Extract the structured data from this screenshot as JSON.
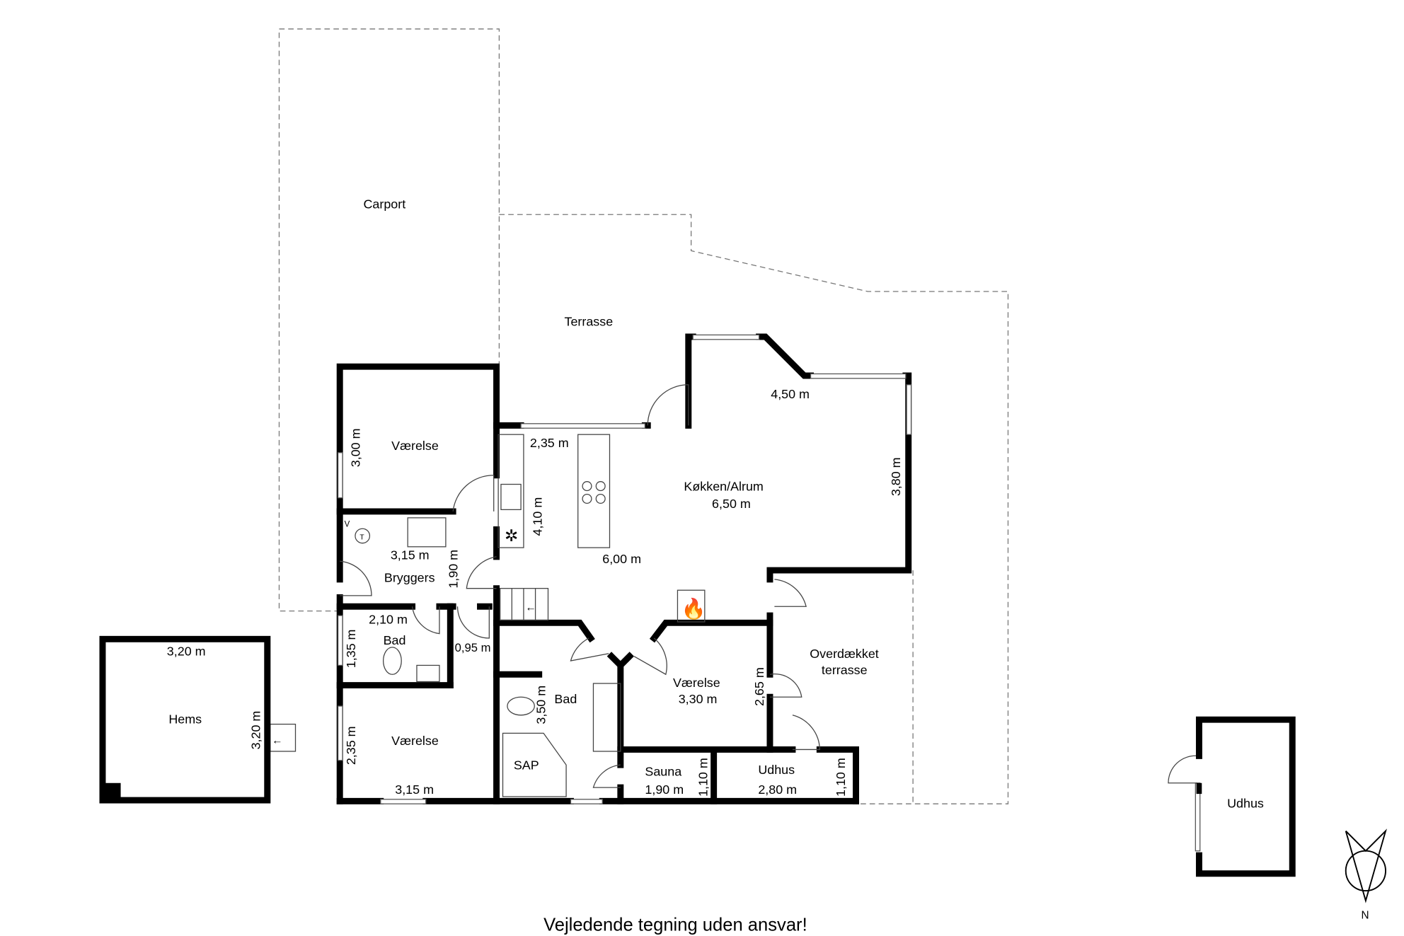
{
  "rooms": {
    "carport": "Carport",
    "terrasse": "Terrasse",
    "vaerelse_top": {
      "name": "Værelse",
      "dim_v": "3,00 m"
    },
    "kitchen": {
      "name": "Køkken/Alrum",
      "dim_main": "6,50 m",
      "dim_top": "2,35 m",
      "dim_bottom": "6,00 m",
      "dim_v_left": "4,10 m",
      "dim_v_right": "3,80 m",
      "dim_top_right": "4,50 m"
    },
    "bryggers": {
      "name": "Bryggers",
      "dim_h": "3,15 m",
      "dim_v": "1,90 m"
    },
    "bad_small": {
      "name": "Bad",
      "dim_h": "2,10 m",
      "dim_v": "1,35 m",
      "dim_hall": "0,95 m"
    },
    "vaerelse_bottom": {
      "name": "Værelse",
      "dim_h": "3,15 m",
      "dim_v": "2,35 m"
    },
    "bad_main": {
      "name": "Bad",
      "dim_v": "3,50 m",
      "tub_label": "SAP"
    },
    "vaerelse_mid": {
      "name": "Værelse",
      "dim_h": "3,30 m",
      "dim_v": "2,65 m"
    },
    "sauna": {
      "name": "Sauna",
      "dim_h": "1,90 m",
      "dim_v": "1,10 m"
    },
    "udhus_attached": {
      "name": "Udhus",
      "dim_h": "2,80 m",
      "dim_v": "1,10 m"
    },
    "covered_terrace": {
      "line1": "Overdækket",
      "line2": "terrasse"
    },
    "hems": {
      "name": "Hems",
      "dim_h": "3,20 m",
      "dim_v": "3,20 m"
    },
    "udhus_detached": {
      "name": "Udhus"
    }
  },
  "appliance_labels": {
    "washer": "V",
    "dryer": "T"
  },
  "compass": {
    "label": "N"
  },
  "caption": "Vejledende tegning uden ansvar!"
}
